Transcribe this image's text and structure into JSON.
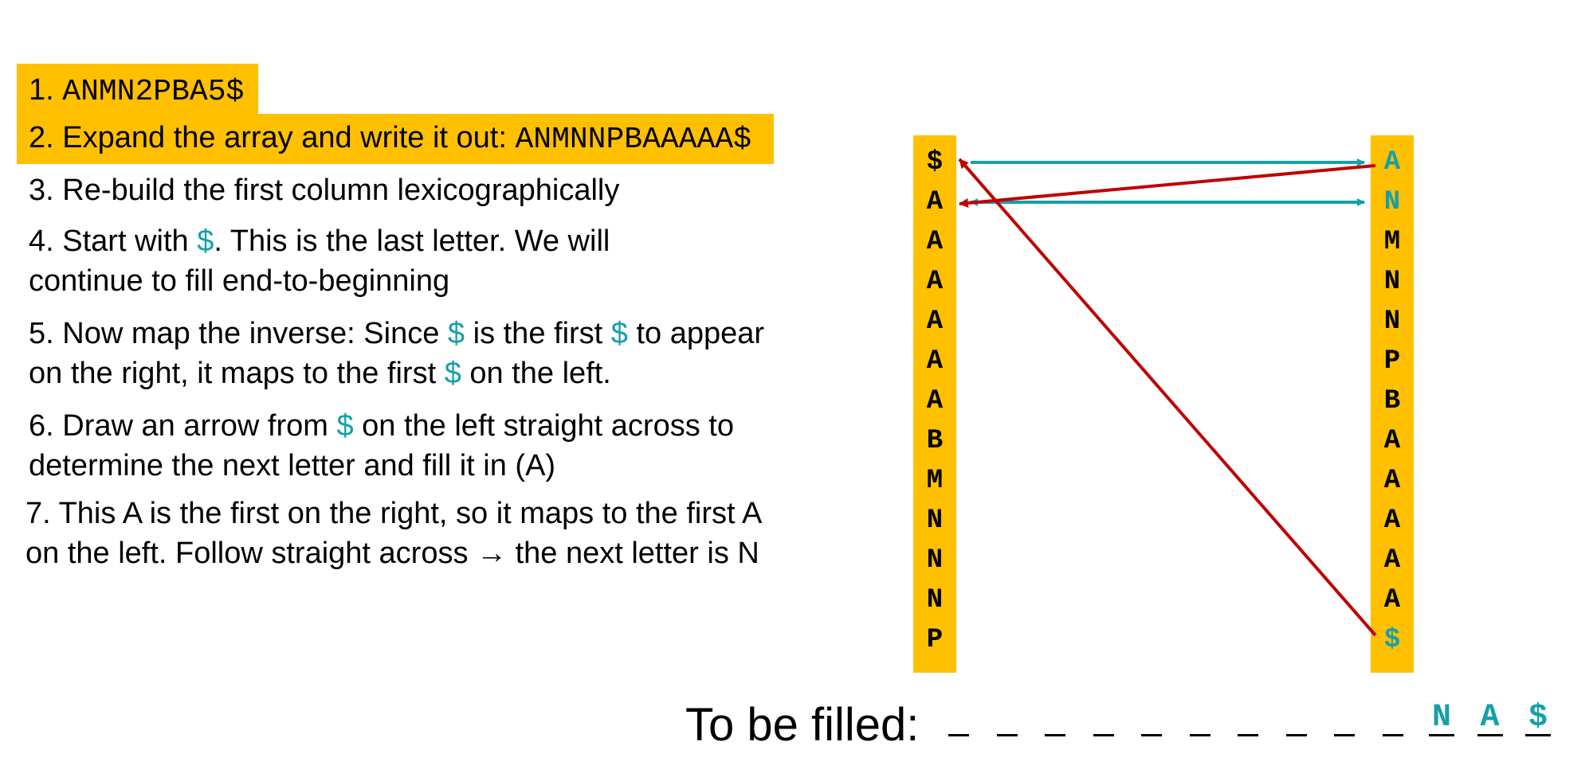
{
  "steps": {
    "s1": {
      "num": "1.",
      "code": "ANMN2PBA5$"
    },
    "s2": {
      "text": "2. Expand the array and write it out:",
      "code": "ANMNNPBAAAAA$"
    },
    "s3": {
      "text": "3. Re-build the first column lexicographically"
    },
    "s4": {
      "a": "4. Start with",
      "sym": "$",
      "b": ". This is the last letter. We will",
      "line2": "continue to fill end-to-beginning"
    },
    "s5": {
      "a": "5. Now map the inverse: Since",
      "sym1": "$",
      "b": "is the first",
      "sym2": "$",
      "c": "to appear",
      "d": "on the right, it maps to the first",
      "sym3": "$",
      "e": "on the left."
    },
    "s6": {
      "a": "6. Draw an arrow from",
      "sym": "$",
      "b": "on the left straight across to",
      "line2": "determine the next letter and fill it in (A)"
    },
    "s7": {
      "line1": "7. This A is the first on the right, so it maps to the first A",
      "line2": "on the left. Follow straight across → the next letter is N"
    }
  },
  "left_column": [
    "$",
    "A",
    "A",
    "A",
    "A",
    "A",
    "A",
    "B",
    "M",
    "N",
    "N",
    "N",
    "P"
  ],
  "right_column": [
    "A",
    "N",
    "M",
    "N",
    "N",
    "P",
    "B",
    "A",
    "A",
    "A",
    "A",
    "A",
    "$"
  ],
  "right_highlight_rows": [
    0,
    1,
    12
  ],
  "fill": {
    "label": "To be filled:",
    "blank_count": 10,
    "filled": [
      "N",
      "A",
      "$"
    ]
  },
  "arrows": [
    {
      "from": "left",
      "from_row": 0,
      "to": "right",
      "to_row": 0,
      "color": "#16a0a8"
    },
    {
      "from": "left",
      "from_row": 1,
      "to": "right",
      "to_row": 1,
      "color": "#16a0a8",
      "bidirectional": true
    },
    {
      "from": "right",
      "from_row": 12,
      "to": "left",
      "to_row": 0,
      "color": "#c00000"
    },
    {
      "from": "right",
      "from_row": 0,
      "to": "left",
      "to_row": 1,
      "color": "#c00000"
    }
  ],
  "colors": {
    "highlight": "#ffc000",
    "teal": "#16a0a8",
    "red": "#c00000"
  }
}
